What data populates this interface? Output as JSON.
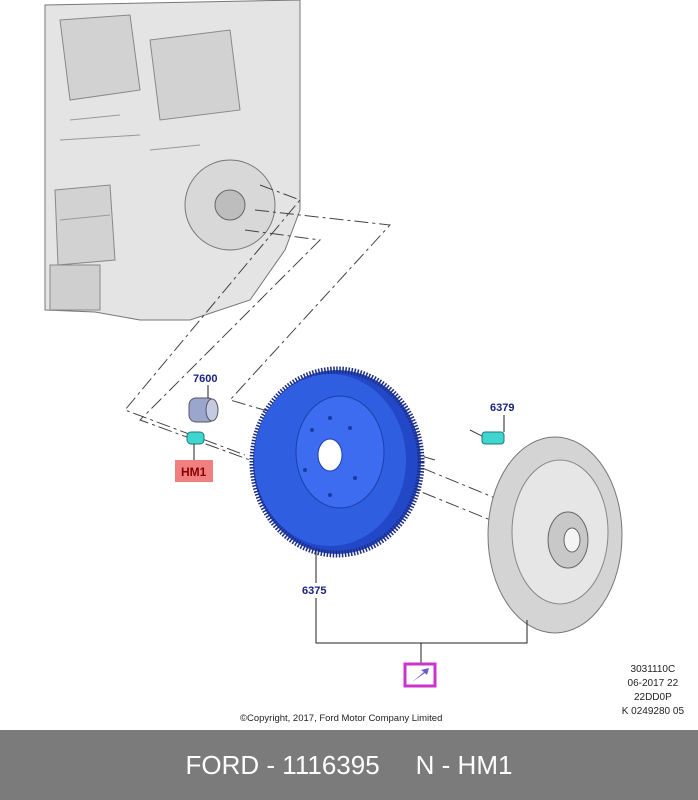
{
  "callouts": {
    "part_7600": "7600",
    "part_hm1": "HM1",
    "part_6379": "6379",
    "part_6375": "6375"
  },
  "meta_lines": [
    "3031110C",
    "06-2017 22",
    "22DD0P",
    "K 0249280 05"
  ],
  "copyright": "©Copyright, 2017, Ford Motor Company Limited",
  "footer": {
    "part_number": "FORD - 1116395",
    "code": "N - HM1"
  },
  "colors": {
    "flywheel": "#2f5fe0",
    "hm1_highlight": "#f08080",
    "callout_text": "#1a237e",
    "view_icon_frame": "#cc33cc",
    "footer_bg": "#7b7b7b"
  }
}
